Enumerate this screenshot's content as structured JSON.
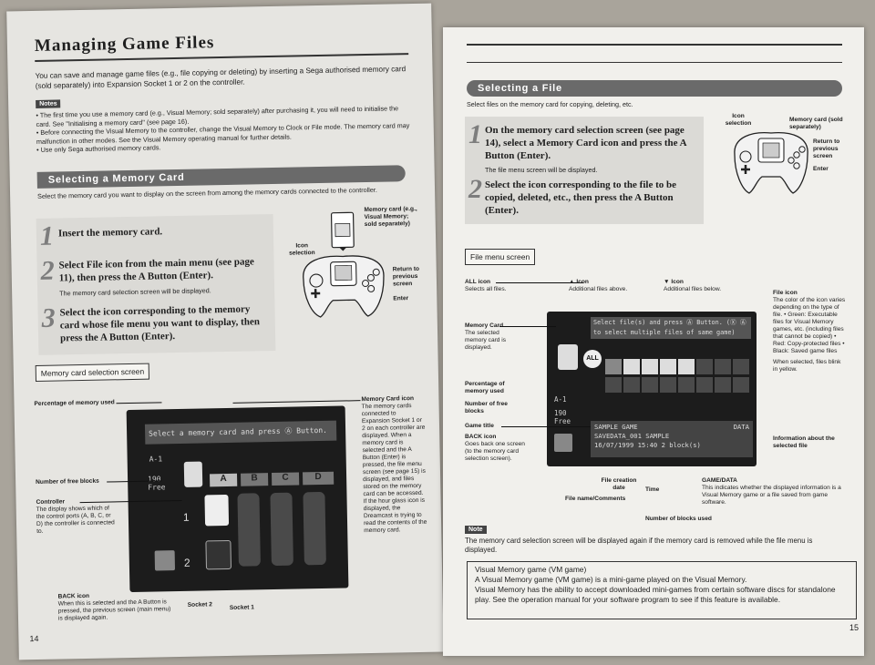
{
  "left_page": {
    "title": "Managing Game Files",
    "intro": "You can save and manage game files (e.g., file copying or deleting) by inserting a Sega authorised memory card (sold separately) into Expansion Socket 1 or 2 on the controller.",
    "notes_label": "Notes",
    "notes": [
      "The first time you use a memory card (e.g., Visual Memory; sold separately) after purchasing it, you will need to initialise the card. See \"Initialising a memory card\" (see page 16).",
      "Before connecting the Visual Memory to the controller, change the Visual Memory to Clock or File mode. The memory card may malfunction in other modes. See the Visual Memory operating manual for further details.",
      "Use only Sega authorised memory cards."
    ],
    "section_title": "Selecting a Memory Card",
    "section_intro": "Select the memory card you want to display on the screen from among the memory cards connected to the controller.",
    "steps": [
      {
        "num": "1",
        "text": "Insert the memory card.",
        "sub": ""
      },
      {
        "num": "2",
        "text": "Select File icon from the main menu (see page 11), then press the A Button (Enter).",
        "sub": "The memory card selection screen will be displayed."
      },
      {
        "num": "3",
        "text": "Select the icon corresponding to the memory card whose file menu you want to display, then press the A Button (Enter).",
        "sub": ""
      }
    ],
    "controller_labels": {
      "memory_card": "Memory card (e.g., Visual Memory; sold separately)",
      "icon_selection": "Icon selection",
      "return": "Return to previous screen",
      "enter": "Enter"
    },
    "screen_label": "Memory card selection screen",
    "screen": {
      "prompt": "Select a memory card and press Ⓐ Button.",
      "card_id": "A-1",
      "free_count": "190",
      "free_label": "Free",
      "sockets": [
        "A",
        "B",
        "C",
        "D"
      ],
      "socket1": "1",
      "socket2": "2"
    },
    "callouts": {
      "percentage": "Percentage of memory used",
      "free_blocks": "Number of free blocks",
      "controller_title": "Controller",
      "controller_text": "The display shows which of the control ports (A, B, C, or D) the controller is connected to.",
      "back_title": "BACK icon",
      "back_text": "When this is selected and the A Button is pressed, the previous screen (main menu) is displayed again.",
      "socket2": "Socket 2",
      "socket1": "Socket 1",
      "mc_icon_title": "Memory Card icon",
      "mc_icon_text": "The memory cards connected to Expansion Socket 1 or 2 on each controller are displayed. When a memory card is selected and the A Button (Enter) is pressed, the file menu screen (see page 15) is displayed, and files stored on the memory card can be accessed. If the hour glass icon is displayed, the Dreamcast is trying to read the contents of the memory card."
    },
    "page_number": "14"
  },
  "right_page": {
    "section_title": "Selecting a File",
    "section_intro": "Select files on the memory card for copying, deleting, etc.",
    "steps": [
      {
        "num": "1",
        "text": "On the memory card selection screen (see page 14), select a Memory Card icon and press the A Button (Enter).",
        "sub": "The file menu screen will be displayed."
      },
      {
        "num": "2",
        "text": "Select the icon corresponding to the file to be copied, deleted, etc., then press the A Button (Enter).",
        "sub": ""
      }
    ],
    "controller_labels": {
      "icon_selection": "Icon selection",
      "memory_card": "Memory card (sold separately)",
      "return": "Return to previous screen",
      "enter": "Enter"
    },
    "screen_label": "File menu screen",
    "screen": {
      "prompt_line1": "Select file(s) and press Ⓐ Button. (Ⓧ Ⓐ",
      "prompt_line2": "to select multiple files of same game)",
      "all": "ALL",
      "card_id": "A-1",
      "free_count": "190",
      "free_label": "Free",
      "game_title": "SAMPLE GAME",
      "data": "DATA",
      "file_name": "SAVEDATA_001",
      "comment": "SAMPLE",
      "date": "16/07/1999",
      "time": "15:40",
      "blocks": "2 block(s)"
    },
    "callouts": {
      "all_title": "ALL icon",
      "all_text": "Selects all files.",
      "up_title": "▲ Icon",
      "up_text": "Additional files above.",
      "down_title": "▼ Icon",
      "down_text": "Additional files below.",
      "file_icon_title": "File icon",
      "file_icon_text": "The color of the icon varies depending on the type of file. • Green: Executable files for Visual Memory games, etc. (including files that cannot be copied) • Red: Copy-protected files • Black: Saved game files",
      "file_icon_blink": "When selected, files blink in yellow.",
      "memory_card_title": "Memory Card",
      "memory_card_text": "The selected memory card is displayed.",
      "percentage": "Percentage of memory used",
      "free_blocks": "Number of free blocks",
      "game_title": "Game title",
      "back_title": "BACK icon",
      "back_text": "Goes back one screen (to the memory card selection screen).",
      "info_title": "Information about the selected file",
      "creation": "File creation date",
      "time": "Time",
      "filename": "File name/Comments",
      "gamedata_title": "GAME/DATA",
      "gamedata_text": "This indicates whether the displayed information is a Visual Memory game or a file saved from game software.",
      "blocks_used": "Number of blocks used"
    },
    "note_label": "Note",
    "note_text": "The memory card selection screen will be displayed again if the memory card is removed while the file menu is displayed.",
    "vm_title": "Visual Memory game (VM game)",
    "vm_text1": "A Visual Memory game (VM game) is a mini-game played on the Visual Memory.",
    "vm_text2": "Visual Memory has the ability to accept downloaded mini-games from certain software discs for standalone play. See the operation manual for your software program to see if this feature is available.",
    "page_number": "15"
  }
}
